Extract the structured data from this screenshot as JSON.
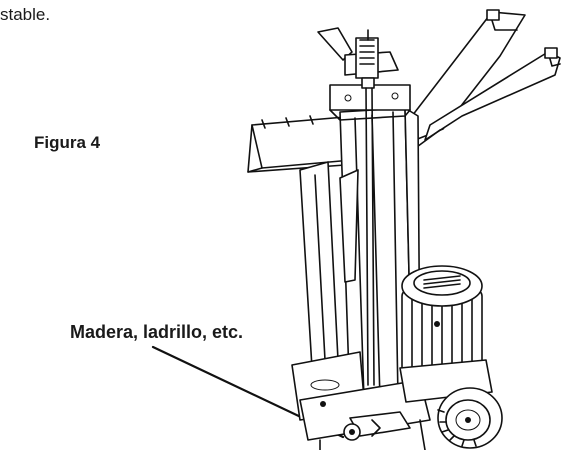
{
  "page": {
    "text_fragment": "stable.",
    "figure_label": "Figura 4",
    "callout_text": "Madera, ladrillo, etc."
  },
  "illustration": {
    "subject": "log-splitter-upright-line-drawing"
  }
}
